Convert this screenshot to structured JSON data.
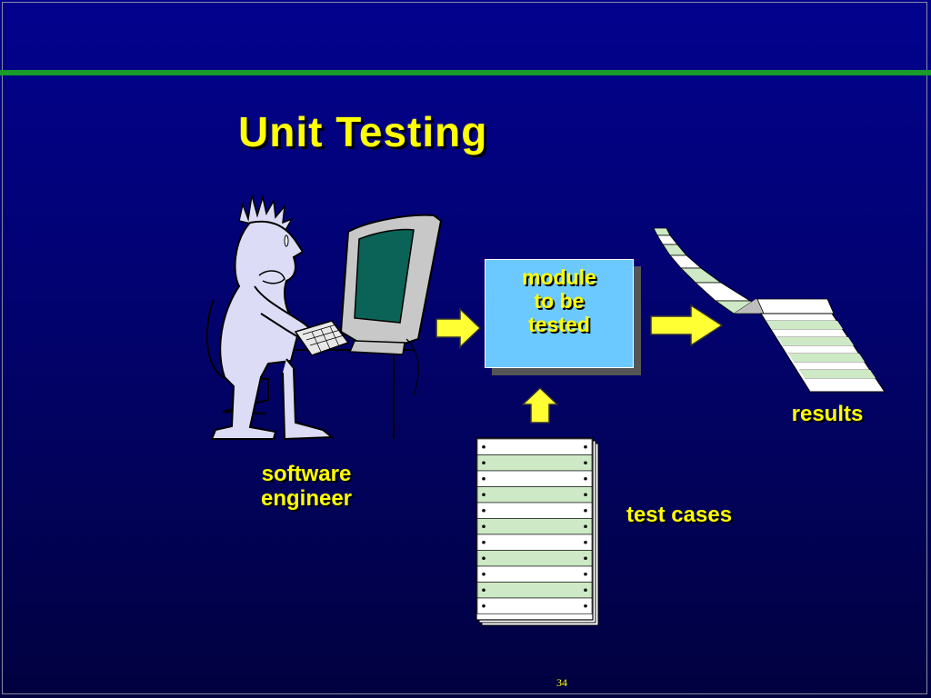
{
  "slide": {
    "title": "Unit Testing",
    "page_number": "34"
  },
  "diagram": {
    "engineer_label_line1": "software",
    "engineer_label_line2": "engineer",
    "module_label_line1": "module",
    "module_label_line2": "to be",
    "module_label_line3": "tested",
    "results_label": "results",
    "test_cases_label": "test cases"
  },
  "colors": {
    "background": "#02028e",
    "rule": "#199a2a",
    "text_accent": "#ffff00",
    "module_fill": "#6cc9ff",
    "arrow_fill": "#ffff33"
  }
}
